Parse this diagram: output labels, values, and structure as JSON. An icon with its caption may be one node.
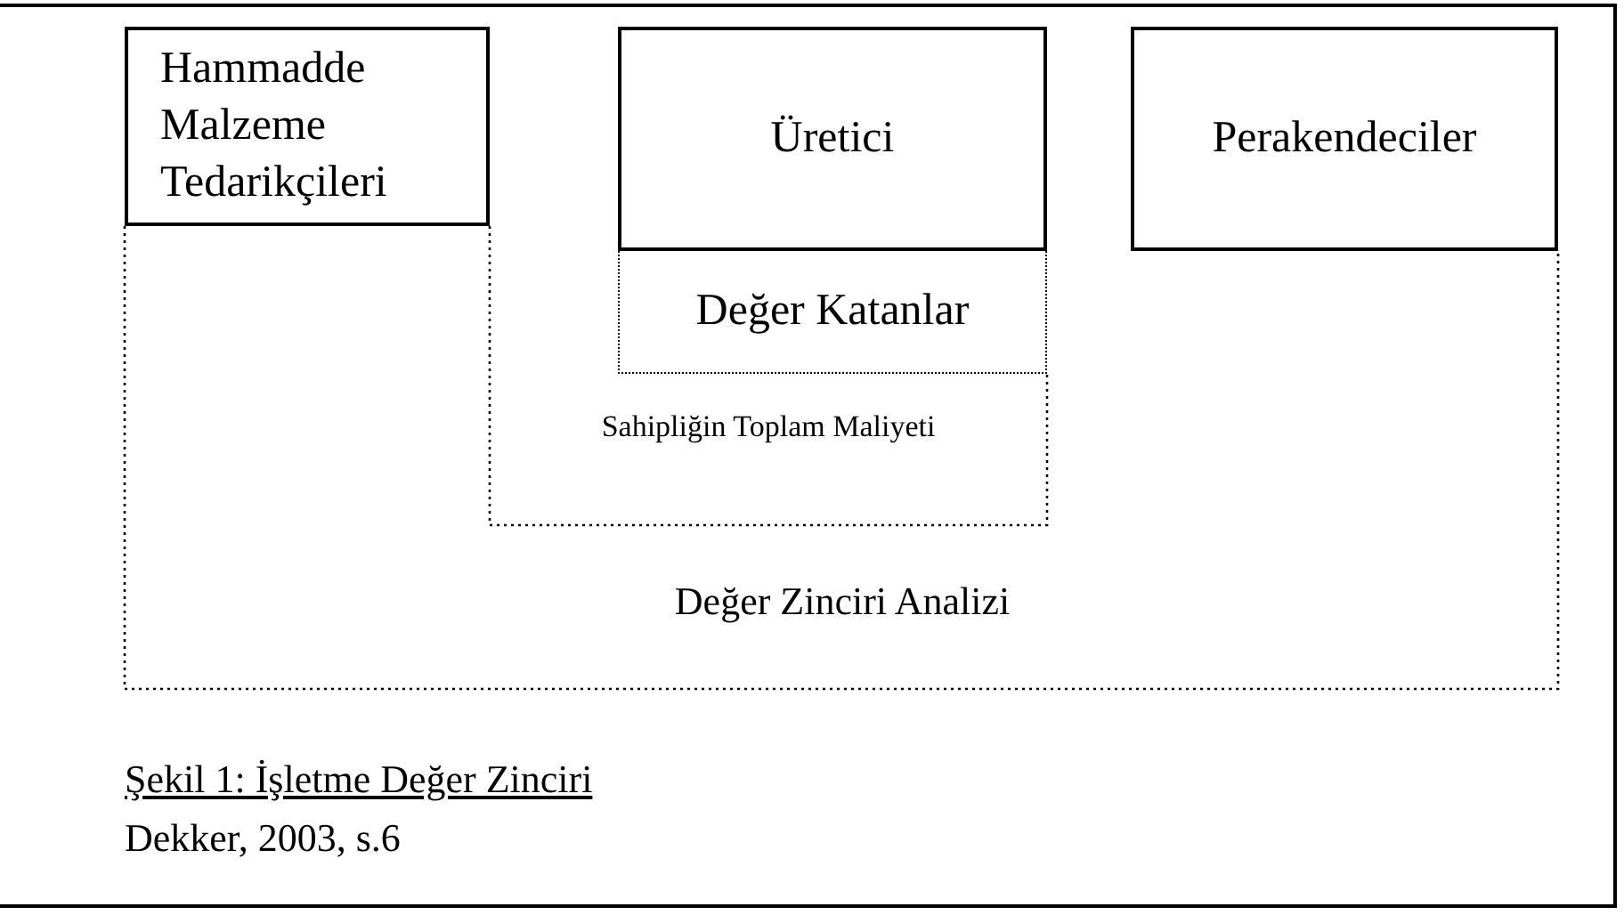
{
  "diagram": {
    "caption": "Şekil 1: İşletme Değer Zinciri",
    "nodes": [
      {
        "text": [
          "Değer Zinciri Analizi"
        ]
      },
      {
        "text": [
          "Hammadde Malzeme Tedarikçileri"
        ],
        "in": 0
      },
      {
        "text": [
          "Sahipliğin Toplam Maliyeti"
        ],
        "in": 0
      },
      {
        "text": [
          "Üretici"
        ],
        "in": 2
      },
      {
        "text": [
          "Değer Katanlar"
        ],
        "in": 2
      },
      {
        "text": [
          "Perakendeciler"
        ],
        "in": 0
      }
    ],
    "labels": [
      "Dekker, 2003, s.6"
    ]
  }
}
